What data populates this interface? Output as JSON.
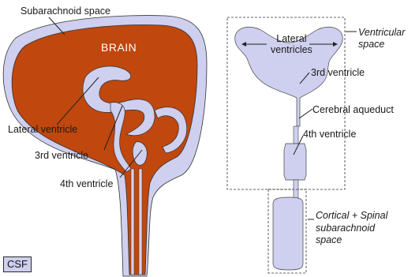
{
  "left_diagram": {
    "subarachnoid_label": "Subarachnoid space",
    "brain_label": "BRAIN",
    "lateral_ventricle_label": "Lateral ventricle",
    "third_ventricle_label": "3rd ventricle",
    "fourth_ventricle_label": "4th ventricle",
    "csf_key": "CSF"
  },
  "right_diagram": {
    "lateral_ventricles_label": "Lateral\nventricles",
    "ventricular_space_label": "Ventricular\nspace",
    "third_ventricle_label": "3rd ventricle",
    "cerebral_aqueduct_label": "Cerebral aqueduct",
    "fourth_ventricle_label": "4th ventricle",
    "cortical_spinal_label": "Cortical + Spinal\nsubarachnoid\nspace"
  },
  "colors": {
    "csf": "#cfcfef",
    "brain": "#c0470d",
    "outline": "#3a3a3a"
  }
}
